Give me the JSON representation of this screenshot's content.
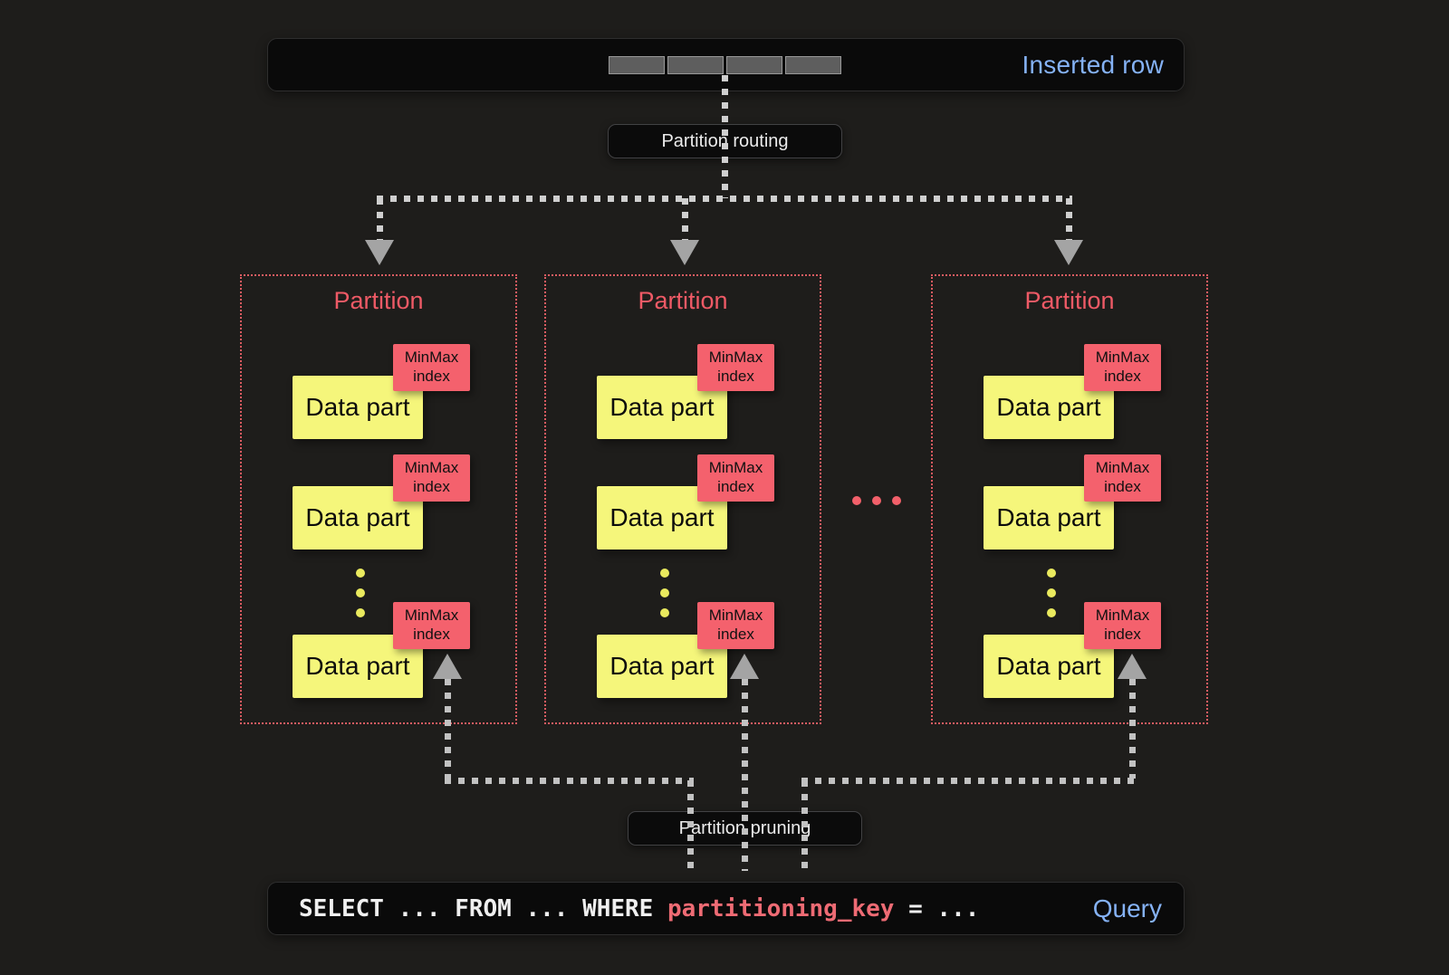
{
  "colors": {
    "background": "#1e1d1b",
    "bar_background": "#0a0a0a",
    "accent_blue": "#85b2f5",
    "partition_red": "#ee5a66",
    "minmax_tag_red": "#f4616d",
    "data_part_yellow": "#f5f67b",
    "sql_key_red": "#ee6b74",
    "arrow_gray": "#c6c6c6"
  },
  "inserted_row_bar": {
    "label": "Inserted row",
    "segment_count": 4
  },
  "routing_badge": {
    "label": "Partition routing"
  },
  "partitions": [
    {
      "title": "Partition",
      "parts": [
        {
          "part_label": "Data part",
          "index_label": "MinMax index"
        },
        {
          "part_label": "Data part",
          "index_label": "MinMax index"
        },
        {
          "part_label": "Data part",
          "index_label": "MinMax index"
        }
      ]
    },
    {
      "title": "Partition",
      "parts": [
        {
          "part_label": "Data part",
          "index_label": "MinMax index"
        },
        {
          "part_label": "Data part",
          "index_label": "MinMax index"
        },
        {
          "part_label": "Data part",
          "index_label": "MinMax index"
        }
      ]
    },
    {
      "title": "Partition",
      "parts": [
        {
          "part_label": "Data part",
          "index_label": "MinMax index"
        },
        {
          "part_label": "Data part",
          "index_label": "MinMax index"
        },
        {
          "part_label": "Data part",
          "index_label": "MinMax index"
        }
      ]
    }
  ],
  "partitions_ellipsis": "...",
  "pruning_badge": {
    "label": "Partition pruning"
  },
  "query_bar": {
    "sql_prefix": "SELECT ... FROM ... WHERE ",
    "sql_key": "partitioning_key",
    "sql_suffix": " = ...",
    "label": "Query"
  }
}
